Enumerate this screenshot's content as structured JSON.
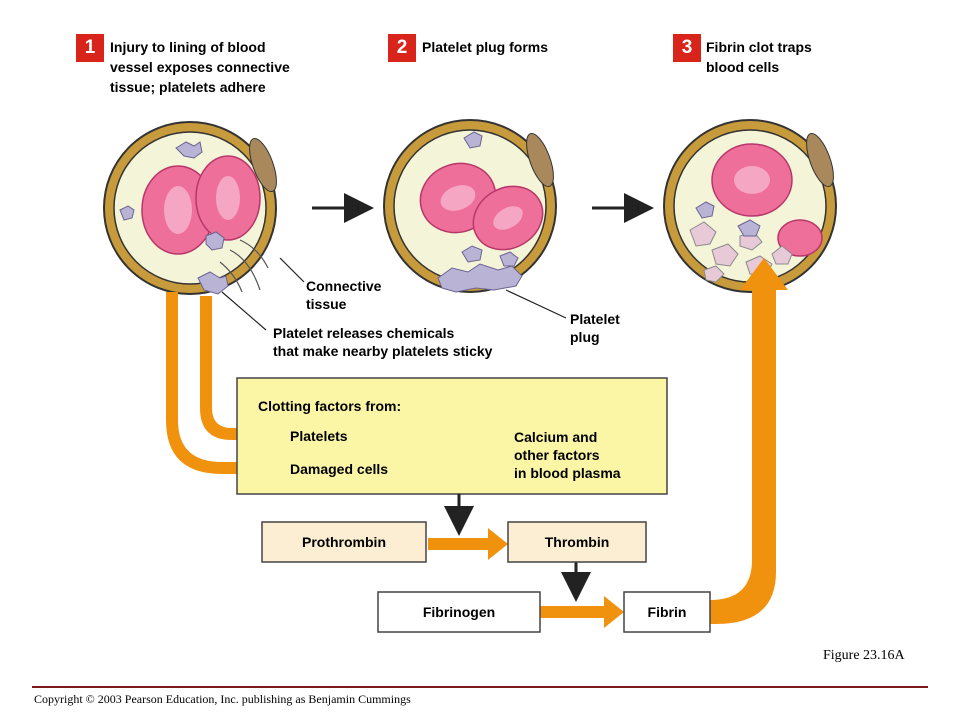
{
  "steps": [
    {
      "number": "1",
      "text": "Injury to lining of blood\nvessel exposes connective\ntissue; platelets adhere"
    },
    {
      "number": "2",
      "text": "Platelet plug forms"
    },
    {
      "number": "3",
      "text": "Fibrin clot traps\nblood cells"
    }
  ],
  "callouts": {
    "connective_tissue": "Connective\ntissue",
    "platelet_releases": "Platelet releases chemicals\nthat make nearby platelets sticky",
    "platelet_plug": "Platelet\nplug"
  },
  "clotting_box": {
    "heading": "Clotting factors from:",
    "platelets": "Platelets",
    "damaged_cells": "Damaged cells",
    "calcium": "Calcium and\nother factors\nin blood plasma"
  },
  "cascade": {
    "prothrombin": "Prothrombin",
    "thrombin": "Thrombin",
    "fibrinogen": "Fibrinogen",
    "fibrin": "Fibrin"
  },
  "figure_id": "Figure 23.16A",
  "copyright": "Copyright © 2003 Pearson Education, Inc. publishing as Benjamin Cummings",
  "colors": {
    "badge": "#d9241c",
    "arrow_orange": "#f0920e",
    "box_yellow": "#fbf6a6",
    "cascade_box": "#fbeed2",
    "vessel_ring": "#c79a3c",
    "rbc_pink": "#ee6f9a",
    "platelet_lavender": "#b9b3d6"
  }
}
